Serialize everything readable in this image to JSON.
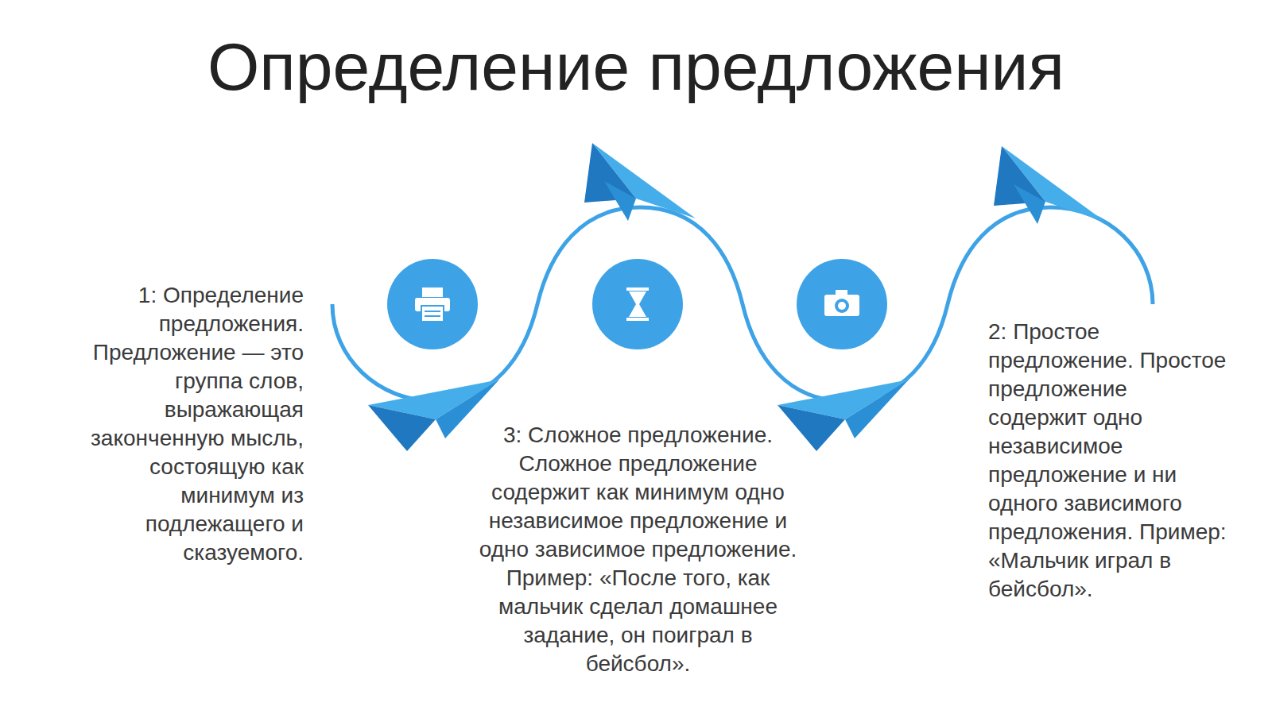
{
  "diagram": {
    "title": "Определение предложения",
    "labels": [
      "1: Определение предложения. Предложение — это группа слов, выражающая законченную мысль, состоящую как минимум из подлежащего и сказуемого.",
      "3: Сложное предложение. Сложное предложение содержит как минимум одно независимое предложение и одно зависимое предложение. Пример: «После того, как мальчик сделал домашнее задание, он поиграл в бейсбол».",
      "2: Простое предложение. Простое предложение содержит одно независимое предложение и ни одного зависимого предложения. Пример: «Мальчик играл в бейсбол»."
    ]
  }
}
